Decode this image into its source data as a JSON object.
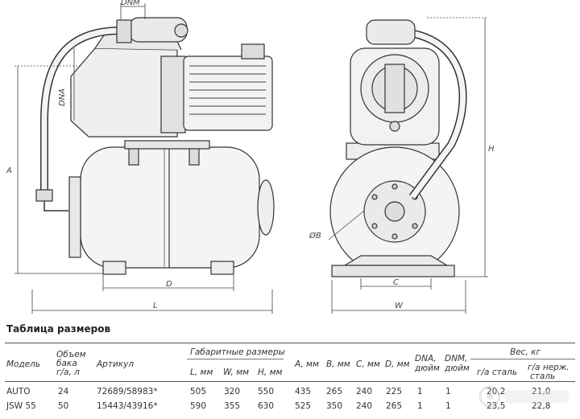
{
  "drawing": {
    "dim_labels": {
      "dnm": "DNM",
      "dna": "DNA",
      "a": "A",
      "d": "D",
      "l": "L",
      "h": "H",
      "b": "ØB",
      "c": "C",
      "w": "W"
    }
  },
  "table": {
    "title": "Таблица размеров",
    "headers": {
      "model": "Модель",
      "tank_volume": [
        "Объем",
        "бака",
        "г/а, л"
      ],
      "article": "Артикул",
      "overall": "Габаритные размеры",
      "l": "L, мм",
      "w": "W, мм",
      "h": "H, мм",
      "a": "A, мм",
      "b": "B, мм",
      "c": "C, мм",
      "d": "D, мм",
      "dna": [
        "DNA,",
        "дюйм"
      ],
      "dnm": [
        "DNM,",
        "дюйм"
      ],
      "weight": "Вес, кг",
      "steel": "г/а сталь",
      "stainless": [
        "г/а нерж.",
        "сталь"
      ]
    },
    "model_name": [
      "AUTO",
      "JSW 55"
    ],
    "rows": [
      {
        "volume": "24",
        "article": "72689/58983*",
        "l": "505",
        "w": "320",
        "h": "550",
        "a": "435",
        "b": "265",
        "c": "240",
        "d": "225",
        "dna": "1",
        "dnm": "1",
        "steel": "20,2",
        "stainless": "21,0"
      },
      {
        "volume": "50",
        "article": "15443/43916*",
        "l": "590",
        "w": "355",
        "h": "630",
        "a": "525",
        "b": "350",
        "c": "240",
        "d": "265",
        "dna": "1",
        "dnm": "1",
        "steel": "23,5",
        "stainless": "22,8"
      }
    ]
  }
}
